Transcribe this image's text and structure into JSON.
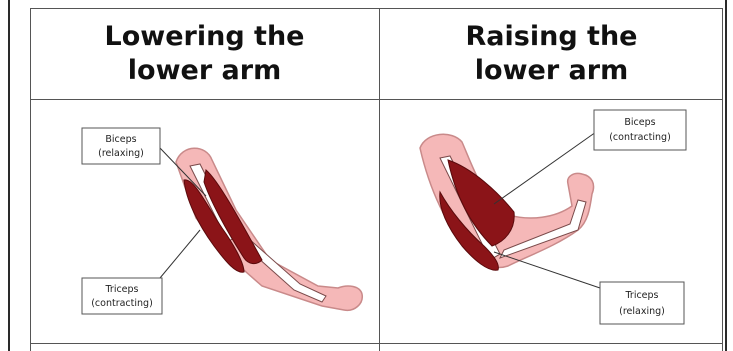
{
  "columns": [
    {
      "heading_line1": "Lowering the",
      "heading_line2": "lower arm"
    },
    {
      "heading_line1": "Raising the",
      "heading_line2": "lower arm"
    }
  ],
  "labels": {
    "left_biceps_line1": "Biceps",
    "left_biceps_line2": "(relaxing)",
    "left_triceps_line1": "Triceps",
    "left_triceps_line2": "(contracting)",
    "right_biceps_line1": "Biceps",
    "right_biceps_line2": "(contracting)",
    "right_triceps_line1": "Triceps",
    "right_triceps_line2": "(relaxing)"
  },
  "colors": {
    "skin": "#f5b8b8",
    "muscle": "#8b1418",
    "bone": "#ffffff",
    "border": "#555555"
  }
}
